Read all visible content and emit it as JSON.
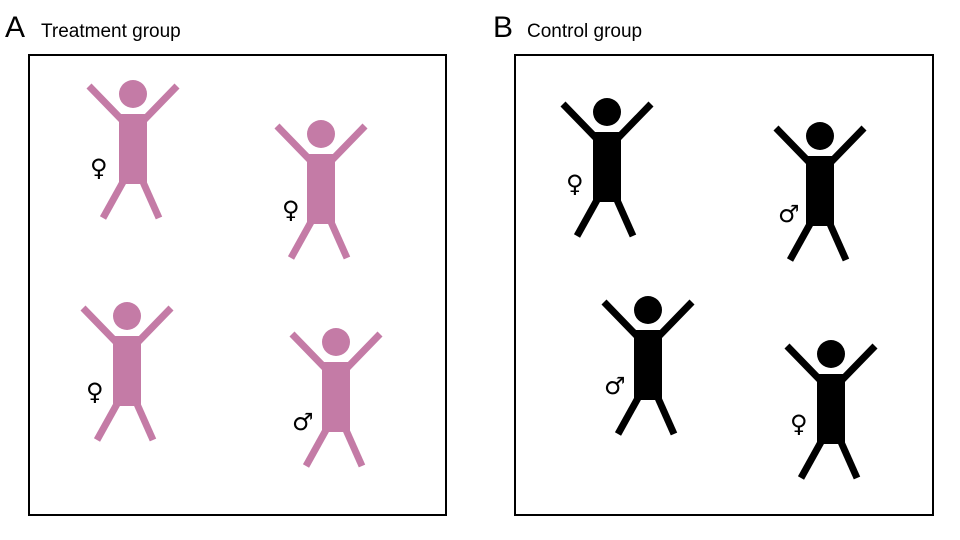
{
  "panels": [
    {
      "letter": "A",
      "title": "Treatment group",
      "figure_color": "#c47ba6",
      "figures": [
        {
          "sex_symbol": "♀",
          "sex": "female"
        },
        {
          "sex_symbol": "♀",
          "sex": "female"
        },
        {
          "sex_symbol": "♀",
          "sex": "female"
        },
        {
          "sex_symbol": "♂",
          "sex": "male"
        }
      ]
    },
    {
      "letter": "B",
      "title": "Control group",
      "figure_color": "#000000",
      "figures": [
        {
          "sex_symbol": "♀",
          "sex": "female"
        },
        {
          "sex_symbol": "♂",
          "sex": "male"
        },
        {
          "sex_symbol": "♂",
          "sex": "male"
        },
        {
          "sex_symbol": "♀",
          "sex": "female"
        }
      ]
    }
  ]
}
